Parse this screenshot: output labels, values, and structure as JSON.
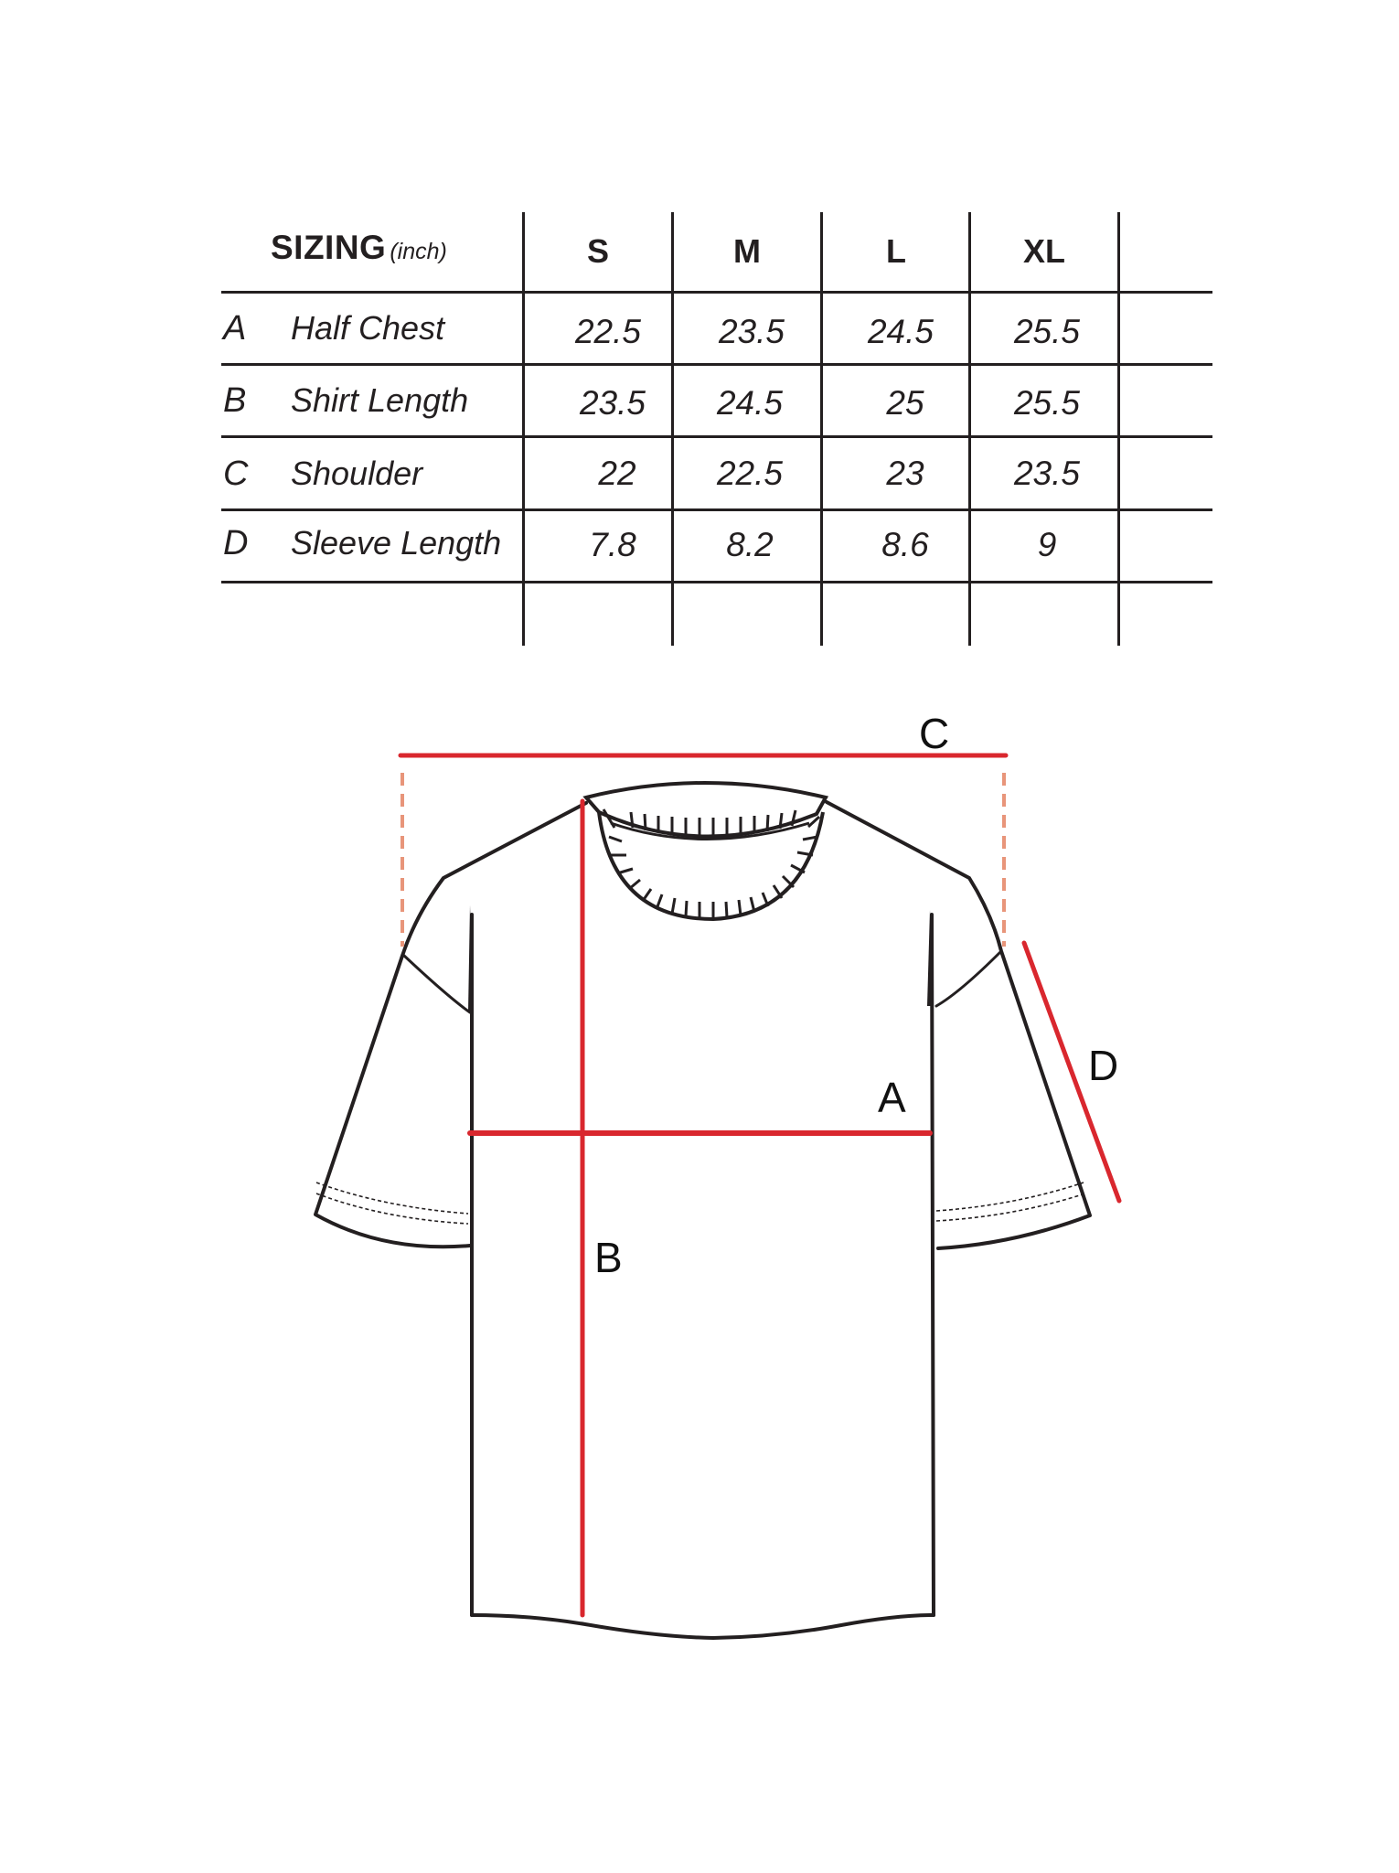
{
  "header": {
    "title": "SIZING",
    "unit": "(inch)"
  },
  "sizes": [
    "S",
    "M",
    "L",
    "XL"
  ],
  "rows": [
    {
      "letter": "A",
      "label": "Half Chest",
      "values": [
        "22.5",
        "23.5",
        "24.5",
        "25.5"
      ]
    },
    {
      "letter": "B",
      "label": "Shirt Length",
      "values": [
        "23.5",
        "24.5",
        "25",
        "25.5"
      ]
    },
    {
      "letter": "C",
      "label": "Shoulder",
      "values": [
        "22",
        "22.5",
        "23",
        "23.5"
      ]
    },
    {
      "letter": "D",
      "label": "Sleeve Length",
      "values": [
        "7.8",
        "8.2",
        "8.6",
        "9"
      ]
    }
  ],
  "diagram": {
    "labels": {
      "A": "A",
      "B": "B",
      "C": "C",
      "D": "D"
    },
    "colors": {
      "measure_line": "#d9272e",
      "guide_dashed": "#e8957a",
      "outline": "#231f20"
    }
  }
}
